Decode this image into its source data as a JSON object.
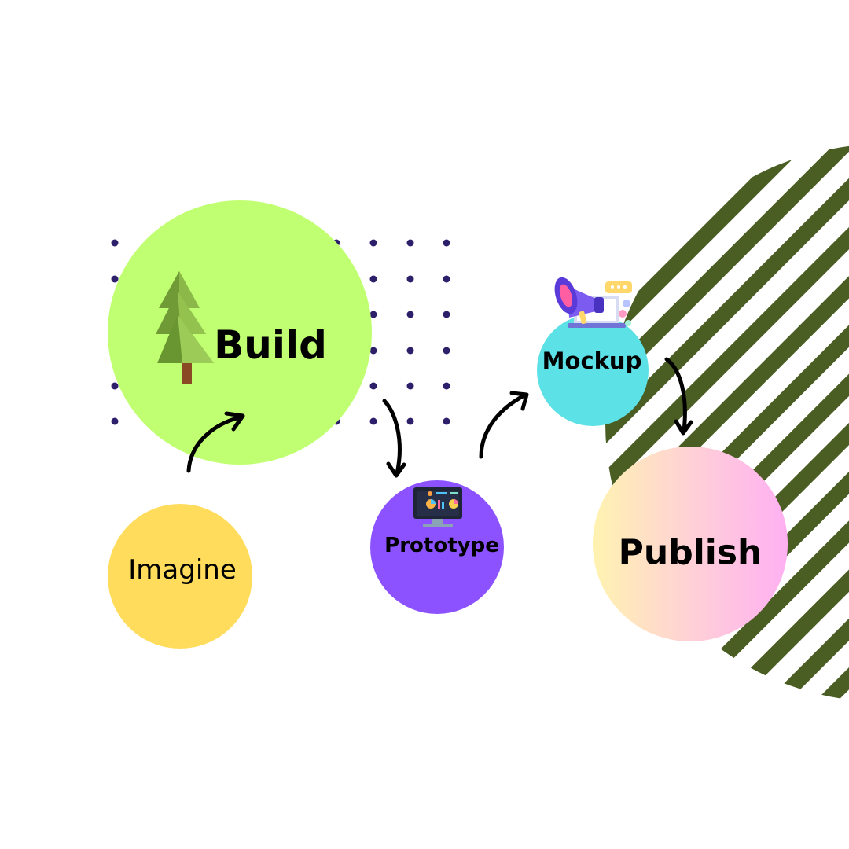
{
  "stages": [
    {
      "id": "imagine",
      "label": "Imagine",
      "color": "#ffdc5b"
    },
    {
      "id": "build",
      "label": "Build",
      "color": "#c1ff72",
      "icon": "pine-tree-icon"
    },
    {
      "id": "prototype",
      "label": "Prototype",
      "color": "#8c52ff",
      "icon": "dashboard-monitor-icon"
    },
    {
      "id": "mockup",
      "label": "Mockup",
      "color": "#5ce1e6",
      "icon": "megaphone-laptop-icon"
    },
    {
      "id": "publish",
      "label": "Publish",
      "gradient": [
        "#fff3b0",
        "#ffd1d6",
        "#ffb0f2"
      ]
    }
  ],
  "flow": [
    {
      "from": "imagine",
      "to": "build"
    },
    {
      "from": "build",
      "to": "prototype"
    },
    {
      "from": "prototype",
      "to": "mockup"
    },
    {
      "from": "mockup",
      "to": "publish"
    }
  ],
  "colors": {
    "stripe": "#4a5e23",
    "dots": "#2e1f6b",
    "arrow": "#000000"
  }
}
